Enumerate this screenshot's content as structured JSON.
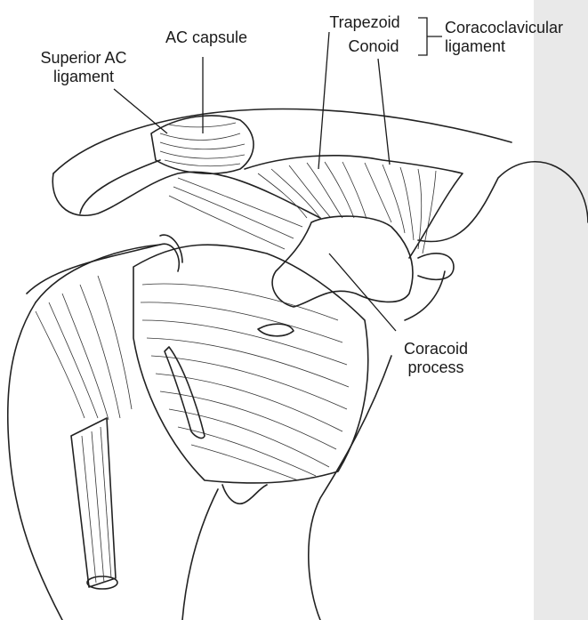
{
  "labels": {
    "superior_ac_ligament": "Superior AC\nligament",
    "ac_capsule": "AC capsule",
    "trapezoid": "Trapezoid",
    "conoid": "Conoid",
    "coracoclavicular_ligament": "Coracoclavicular\nligament",
    "coracoid_process": "Coracoid\nprocess"
  },
  "colors": {
    "ink": "#222222",
    "paper": "#ffffff",
    "page_edge_shade": "#e9e9e9"
  }
}
